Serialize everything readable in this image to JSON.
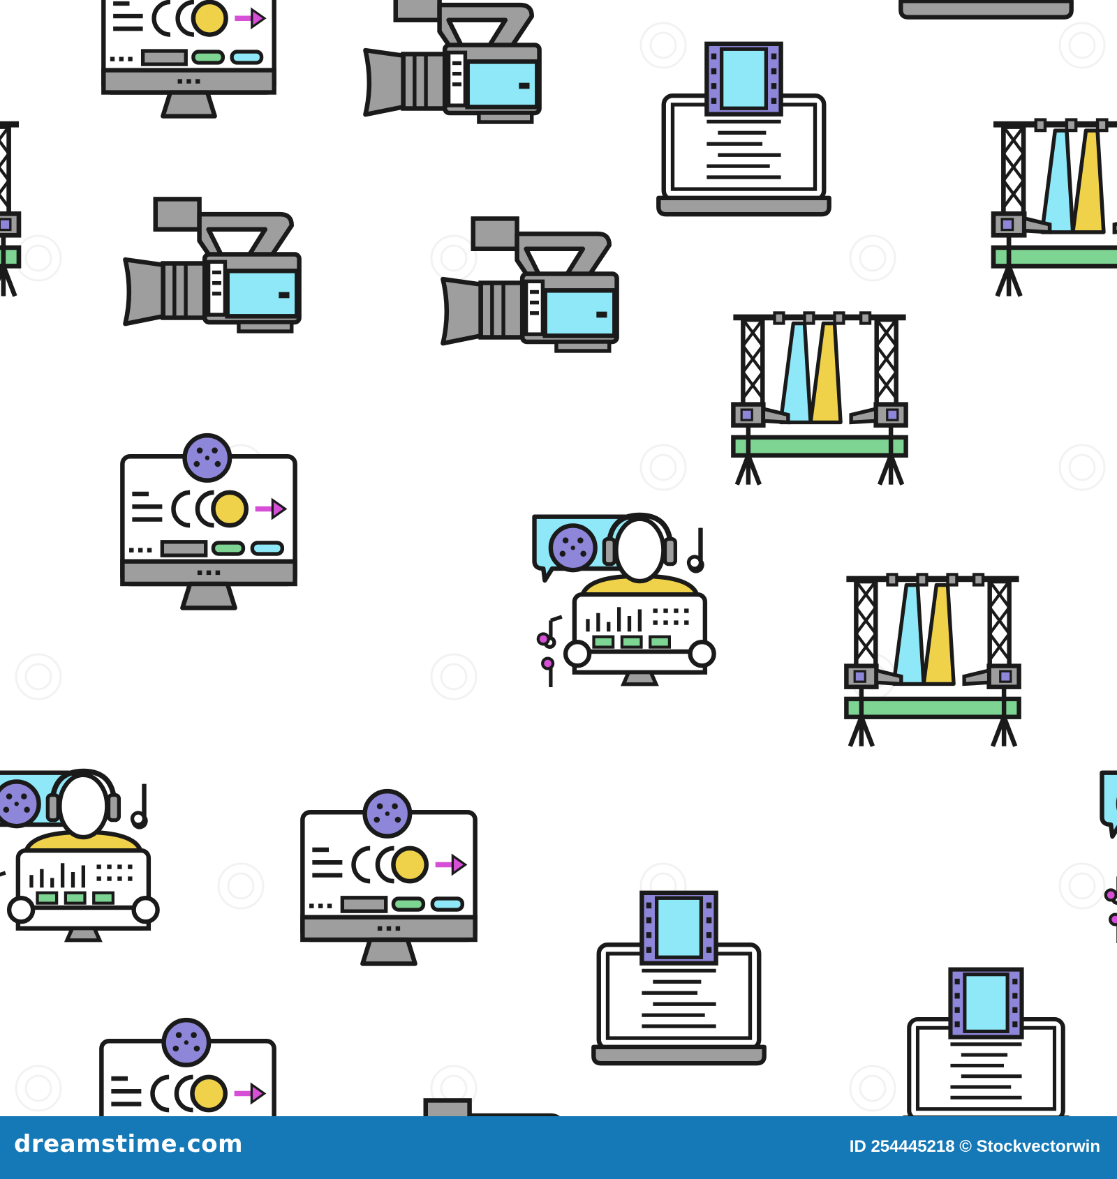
{
  "footer": {
    "brand": "dreamstime.com",
    "id_label": "ID 254445218",
    "copyright": "© Stockvectorwin"
  },
  "pattern": {
    "icon_types": [
      "camcorder-icon",
      "editing-monitor-icon",
      "laptop-script-icon",
      "stage-lights-icon",
      "sound-engineer-icon"
    ],
    "colors": {
      "outline": "#1a1a1a",
      "gray": "#9e9e9e",
      "screen_blue": "#8ee8f7",
      "purple": "#8e86d8",
      "yellow": "#f0d24a",
      "green": "#7ed492",
      "magenta": "#d64fd6",
      "footer_blue": "#1479b6"
    }
  }
}
